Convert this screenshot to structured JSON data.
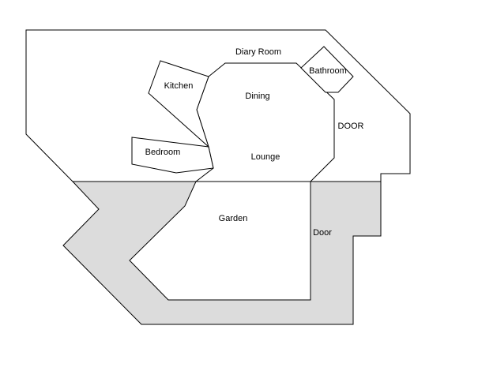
{
  "labels": {
    "diary_room": "Diary Room",
    "bathroom": "Bathroom",
    "kitchen": "Kitchen",
    "dining": "Dining",
    "door_upper": "DOOR",
    "bedroom": "Bedroom",
    "lounge": "Lounge",
    "garden": "Garden",
    "door_lower": "Door"
  },
  "colors": {
    "line": "#000000",
    "path_fill": "#dcdcdc",
    "background": "#ffffff"
  }
}
